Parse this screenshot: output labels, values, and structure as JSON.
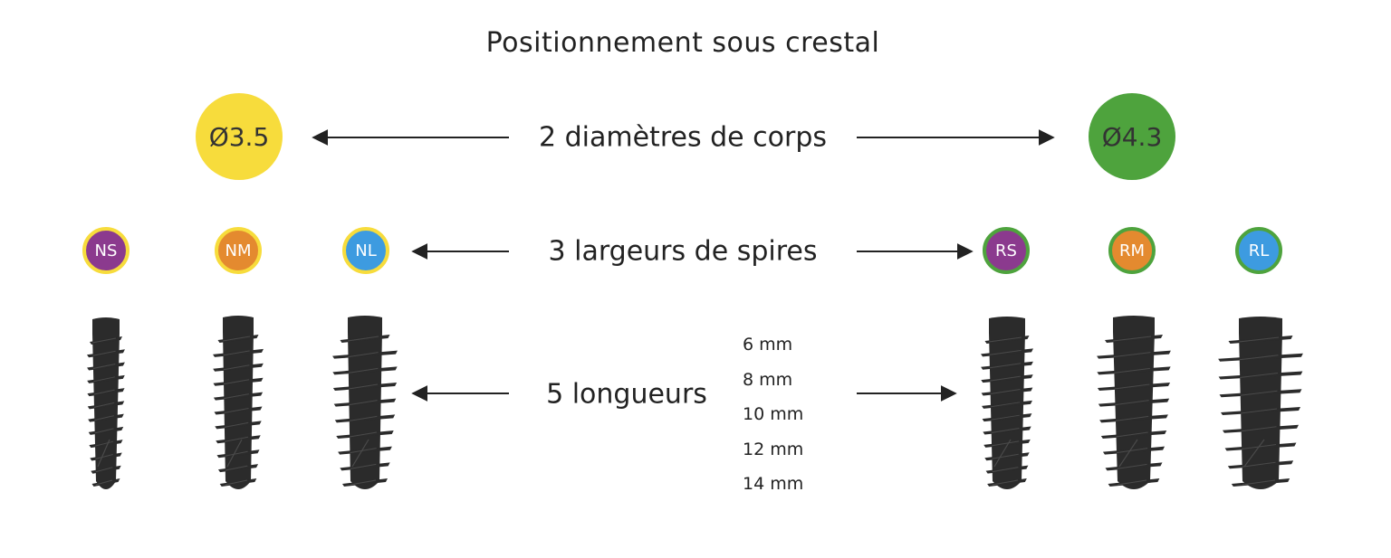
{
  "title": "Positionnement sous crestal",
  "rows": {
    "diameters": {
      "label": "2 diamètres de corps"
    },
    "threads": {
      "label": "3 largeurs de spires"
    },
    "lengths": {
      "label": "5 longueurs",
      "values": [
        "6 mm",
        "8 mm",
        "10 mm",
        "12 mm",
        "14 mm"
      ]
    }
  },
  "diameters": [
    {
      "label": "Ø3.5",
      "color": "#f7dc3c"
    },
    {
      "label": "Ø4.3",
      "color": "#4ea33d"
    }
  ],
  "threads": [
    {
      "label": "NS",
      "fill": "#8b3a8e",
      "ring": "#f7dc3c"
    },
    {
      "label": "NM",
      "fill": "#e48a2f",
      "ring": "#f7dc3c"
    },
    {
      "label": "NL",
      "fill": "#3d9be0",
      "ring": "#f7dc3c"
    },
    {
      "label": "RS",
      "fill": "#8b3a8e",
      "ring": "#4ea33d"
    },
    {
      "label": "RM",
      "fill": "#e48a2f",
      "ring": "#4ea33d"
    },
    {
      "label": "RL",
      "fill": "#3d9be0",
      "ring": "#4ea33d"
    }
  ],
  "colors": {
    "implant": "#2b2b2b",
    "implant_highlight": "#4a4a4a",
    "arrow": "#222222"
  }
}
